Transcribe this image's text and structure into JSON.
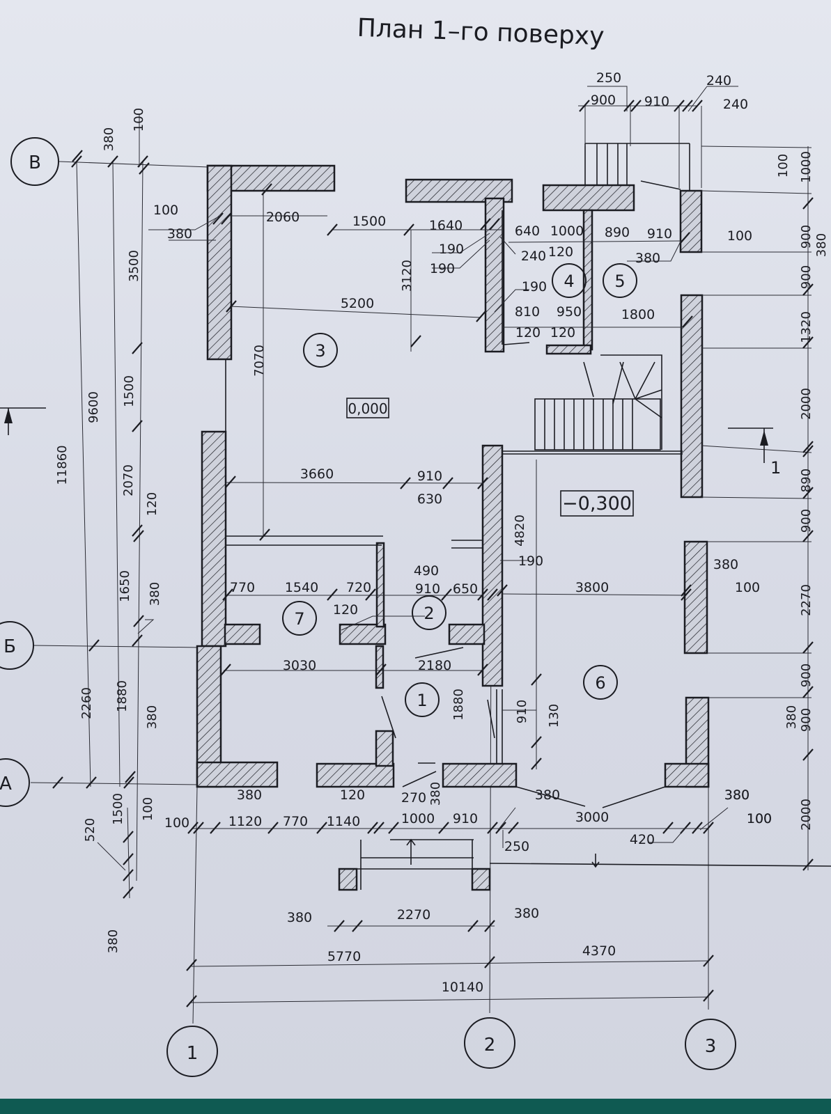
{
  "title": "План 1–го поверху",
  "axes": {
    "horizontal": [
      "1",
      "2",
      "3"
    ],
    "vertical": [
      "В",
      "Б",
      "А"
    ]
  },
  "rooms": [
    "1",
    "2",
    "3",
    "4",
    "5",
    "6",
    "7"
  ],
  "levels": {
    "main": "0,000",
    "lower": "−0,300"
  },
  "section": "1",
  "top_dims": [
    "250",
    "900",
    "910",
    "240",
    "240"
  ],
  "interior_dims": {
    "room3": [
      "2060",
      "1500",
      "1640",
      "5200",
      "3120",
      "7070",
      "3660",
      "910",
      "630",
      "100",
      "380"
    ],
    "rooms45": [
      "640",
      "1000",
      "890",
      "910",
      "100",
      "190",
      "190",
      "240",
      "120",
      "380",
      "190",
      "810",
      "950",
      "1800",
      "120",
      "120"
    ],
    "rooms127": [
      "770",
      "1540",
      "720",
      "120",
      "490",
      "910",
      "650",
      "190",
      "3030",
      "2180",
      "1880"
    ],
    "room6": [
      "4820",
      "3800",
      "910",
      "130"
    ]
  },
  "left_dims": [
    "100",
    "380",
    "3500",
    "1500",
    "2070",
    "120",
    "1650",
    "380",
    "1880",
    "380",
    "1500",
    "100",
    "520",
    "380",
    "9600",
    "11860",
    "2260"
  ],
  "right_dims": [
    "100",
    "1000",
    "900",
    "900",
    "1320",
    "2000",
    "890",
    "900",
    "2270",
    "900",
    "380",
    "900",
    "2000",
    "380",
    "100",
    "380",
    "100",
    "380"
  ],
  "bottom_row1": [
    "100",
    "380",
    "1120",
    "770",
    "1140",
    "120",
    "270",
    "380",
    "1000",
    "910",
    "380",
    "250",
    "3000",
    "420",
    "380",
    "100"
  ],
  "bottom_row2": [
    "380",
    "2270",
    "380"
  ],
  "bottom_row3": [
    "5770",
    "4370"
  ],
  "bottom_row4": [
    "10140"
  ]
}
